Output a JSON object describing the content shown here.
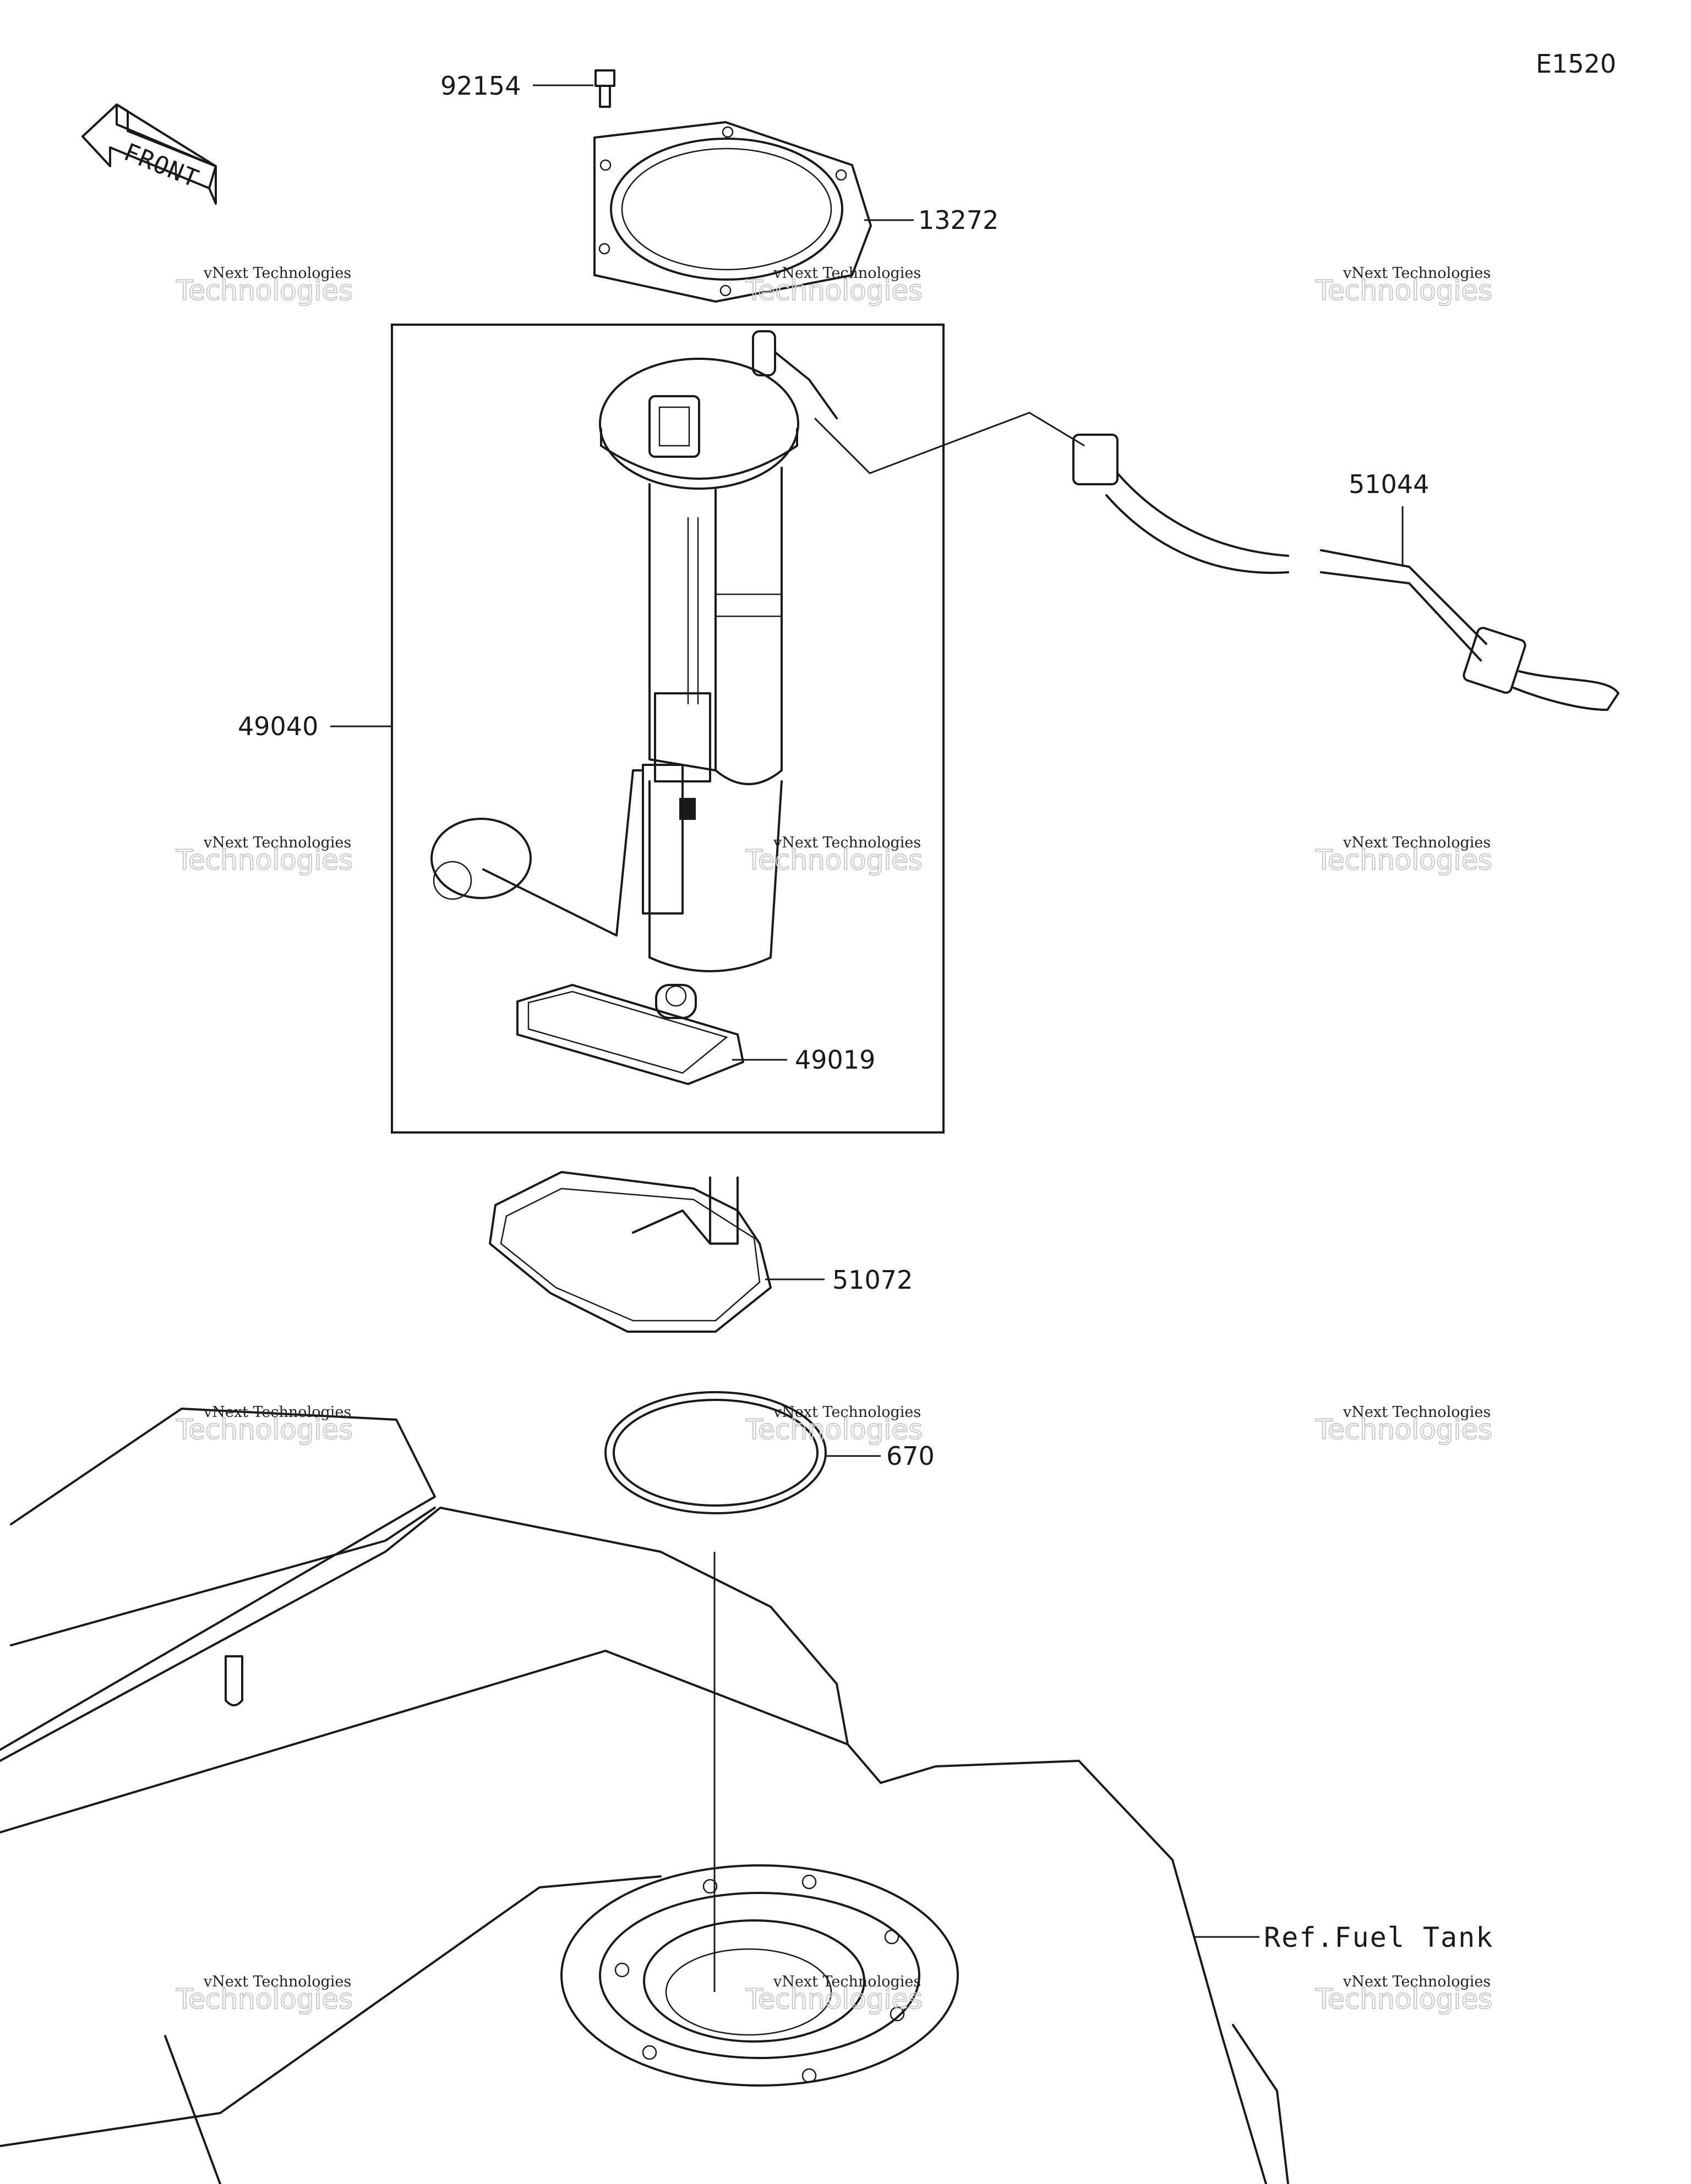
{
  "diagram": {
    "code": "E1520",
    "front_arrow": "FRONT",
    "parts": {
      "bolt": "92154",
      "gasket": "13272",
      "pump_assy": "49040",
      "filter": "49019",
      "hose": "51044",
      "tray": "51072",
      "oring": "670",
      "ref": "Ref.Fuel Tank"
    },
    "watermark": {
      "line1": "vNext Technologies",
      "line2": "Technologies",
      "overlay": "vNext"
    }
  }
}
